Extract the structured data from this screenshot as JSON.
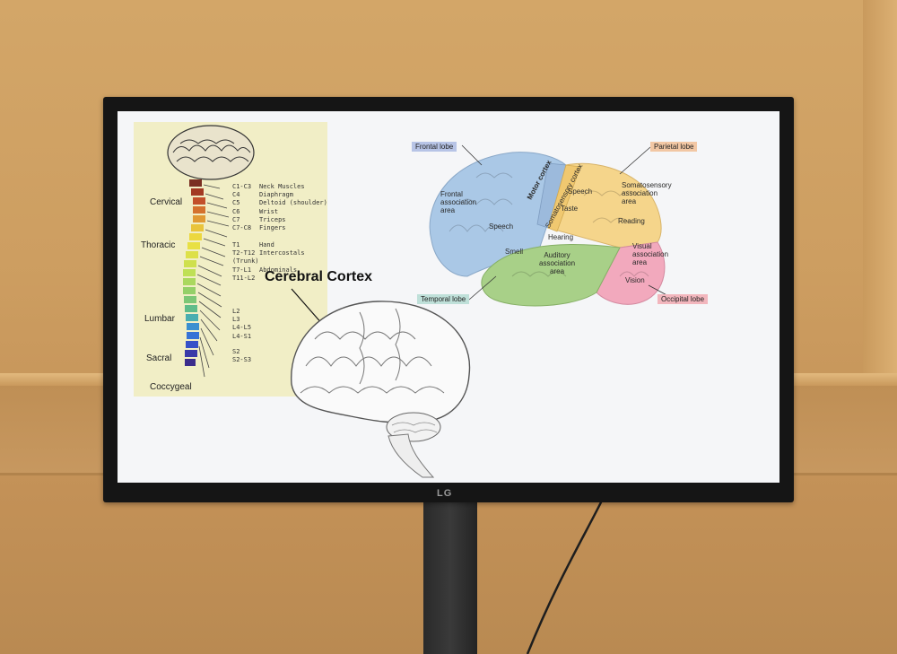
{
  "monitor": {
    "brand": "LG"
  },
  "spinal": {
    "regions": [
      "Cervical",
      "Thoracic",
      "Lumbar",
      "Sacral",
      "Coccygeal"
    ],
    "cervical_levels": [
      {
        "level": "C1-C3",
        "function": "Neck Muscles"
      },
      {
        "level": "C4",
        "function": "Diaphragm"
      },
      {
        "level": "C5",
        "function": "Deltoid (shoulder)"
      },
      {
        "level": "C6",
        "function": "Wrist"
      },
      {
        "level": "C7",
        "function": "Triceps"
      },
      {
        "level": "C7-C8",
        "function": "Fingers"
      }
    ],
    "thoracic_levels": [
      {
        "level": "T1",
        "function": "Hand"
      },
      {
        "level": "T2-T12",
        "function": "Intercostals (Trunk)"
      },
      {
        "level": "T7-L1",
        "function": "Abdominals"
      },
      {
        "level": "T11-L2",
        "function": ""
      }
    ],
    "lumbar_levels": [
      "L2",
      "L3",
      "L4-L5",
      "L4-S1"
    ],
    "sacral_levels": [
      "S2",
      "S2-S3"
    ]
  },
  "cortex": {
    "title": "Cerebral Cortex"
  },
  "lobes": {
    "frontal": "Frontal lobe",
    "parietal": "Parietal lobe",
    "temporal": "Temporal lobe",
    "occipital": "Occipital lobe",
    "colors": {
      "frontal": "#b7c4e6",
      "parietal": "#f2c7a4",
      "temporal": "#bfe0d9",
      "occipital": "#f2b6bd"
    }
  },
  "areas": {
    "frontal_assoc": [
      "Frontal",
      "association",
      "area"
    ],
    "motor": "Motor cortex",
    "somatosensory": "Somatosensory cortex",
    "speech_top": "Speech",
    "taste": "Taste",
    "somato_assoc": [
      "Somatosensory",
      "association",
      "area"
    ],
    "speech_left": "Speech",
    "hearing": "Hearing",
    "reading": "Reading",
    "smell": "Smell",
    "auditory": [
      "Auditory",
      "association",
      "area"
    ],
    "visual": [
      "Visual",
      "association",
      "area"
    ],
    "vision": "Vision"
  }
}
